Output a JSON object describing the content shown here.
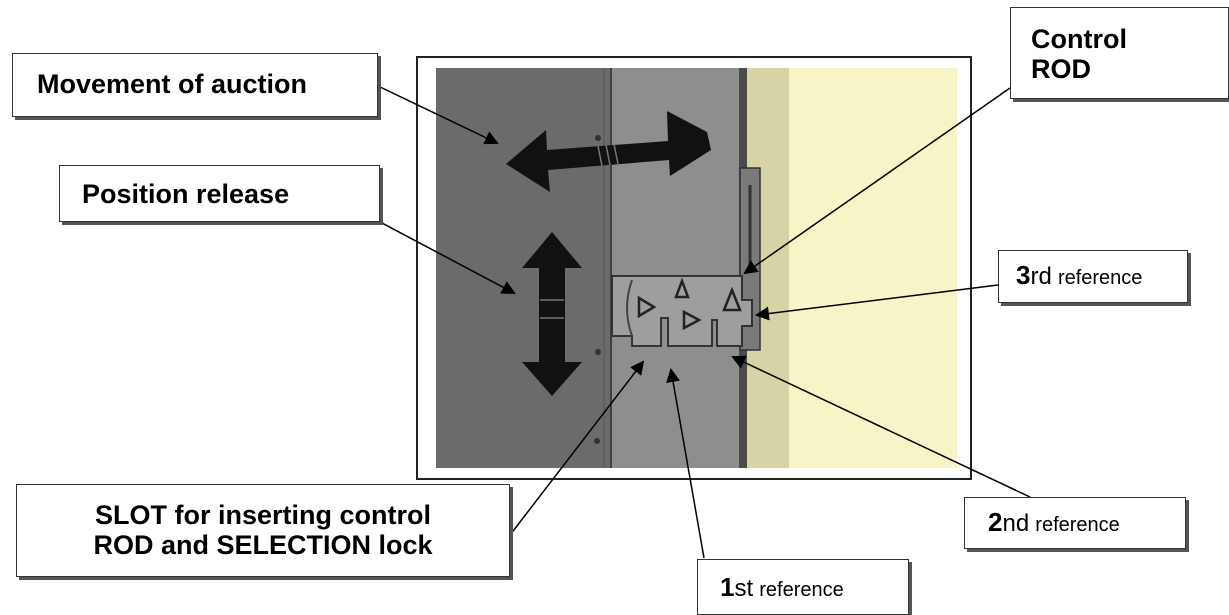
{
  "labels": {
    "movement": "Movement of auction",
    "position_release": "Position release",
    "control_rod_line1": "Control",
    "control_rod_line2": "ROD",
    "slot_line1": "SLOT for inserting control",
    "slot_line2": "ROD and SELECTION lock",
    "ref3": {
      "num": "3",
      "suffix": "rd",
      "word": "reference"
    },
    "ref2": {
      "num": "2",
      "suffix": "nd",
      "word": "reference"
    },
    "ref1": {
      "num": "1",
      "suffix": "st",
      "word": "reference"
    }
  },
  "colors": {
    "dark_panel": "#6b6b6b",
    "mid_panel": "#8e8e8e",
    "cream_panel": "#f7f5c8",
    "tan_strip": "#d6d4a6",
    "arrow": "#111111"
  }
}
